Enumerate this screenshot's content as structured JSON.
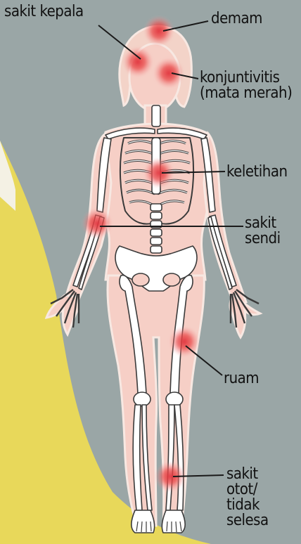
{
  "labels": {
    "sakit_kepala": "sakit kepala",
    "demam": "demam",
    "konjuntivitis": "konjuntivitis\n(mata merah)",
    "keletihan": "keletihan",
    "sakit_sendi": "sakit\nsendi",
    "ruam": "ruam",
    "sakit_otot": "sakit\notot/\ntidak\nselesa"
  },
  "colors": {
    "background": "#9aa6a6",
    "yellow_panel": "#e8d85a",
    "body_fill": "#f6cfc6",
    "body_outline": "#f7e8e2",
    "bone": "#ffffff",
    "bone_outline": "#3a3a3a",
    "symptom_hotspot": "#e0303a",
    "leader_line": "#1a1a1a"
  }
}
